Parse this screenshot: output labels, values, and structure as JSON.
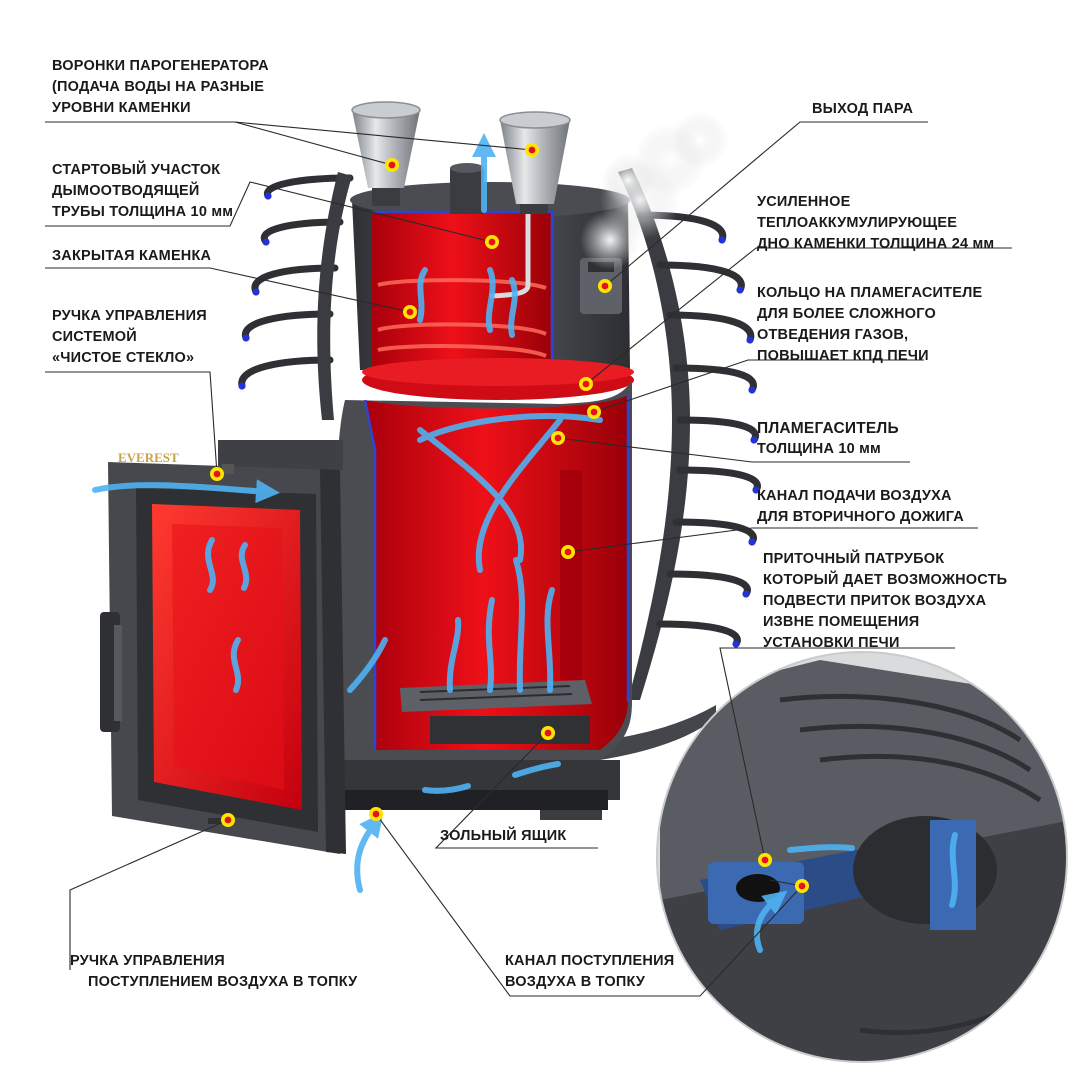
{
  "brand": {
    "logo_text": "EVEREST"
  },
  "callouts": {
    "funnels": [
      "ВОРОНКИ ПАРОГЕНЕРАТОРА",
      "(ПОДАЧА ВОДЫ НА РАЗНЫЕ",
      "УРОВНИ КАМЕНКИ"
    ],
    "start_pipe": [
      "СТАРТОВЫЙ УЧАСТОК",
      "ДЫМООТВОДЯЩЕЙ",
      "ТРУБЫ ТОЛЩИНА 10 мм"
    ],
    "closed_heater": [
      "ЗАКРЫТАЯ КАМЕНКА"
    ],
    "clean_glass": [
      "РУЧКА УПРАВЛЕНИЯ",
      "СИСТЕМОЙ",
      "«ЧИСТОЕ СТЕКЛО»"
    ],
    "steam_out": [
      "ВЫХОД ПАРА"
    ],
    "bottom": [
      "УСИЛЕННОЕ",
      "ТЕПЛОАККУМУЛИРУЮЩЕЕ",
      "ДНО КАМЕНКИ ТОЛЩИНА 24 мм"
    ],
    "ring": [
      "КОЛЬЦО НА ПЛАМЕГАСИТЕЛЕ",
      "ДЛЯ БОЛЕЕ СЛОЖНОГО",
      "ОТВЕДЕНИЯ ГАЗОВ,",
      "ПОВЫШАЕТ КПД ПЕЧИ"
    ],
    "flame_damper": [
      "ПЛАМЕГАСИТЕЛЬ",
      "ТОЛЩИНА 10 мм"
    ],
    "secondary_air": [
      "КАНАЛ ПОДАЧИ ВОЗДУХА",
      "ДЛЯ ВТОРИЧНОГО ДОЖИГА"
    ],
    "inlet_pipe": [
      "ПРИТОЧНЫЙ ПАТРУБОК",
      "КОТОРЫЙ ДАЕТ ВОЗМОЖНОСТЬ",
      "ПОДВЕСТИ ПРИТОК ВОЗДУХА",
      "ИЗВНЕ ПОМЕЩЕНИЯ",
      "УСТАНОВКИ ПЕЧИ"
    ],
    "ash_box": [
      "ЗОЛЬНЫЙ ЯЩИК"
    ],
    "air_handle": [
      "РУЧКА УПРАВЛЕНИЯ",
      "ПОСТУПЛЕНИЕМ ВОЗДУХА В ТОПКУ"
    ],
    "air_channel": [
      "КАНАЛ ПОСТУПЛЕНИЯ",
      "ВОЗДУХА В ТОПКУ"
    ]
  },
  "colors": {
    "fire_red": "#e0101a",
    "dark_red": "#8c0008",
    "steel_dark": "#3d3f44",
    "steel_mid": "#5d6066",
    "steel_light": "#9ea2a8",
    "air_blue": "#4fb2f2",
    "marker_yellow": "#ffe600",
    "marker_red": "#e8101e",
    "leader": "#2a2a2a",
    "inner_edge": "#2b45d6"
  }
}
